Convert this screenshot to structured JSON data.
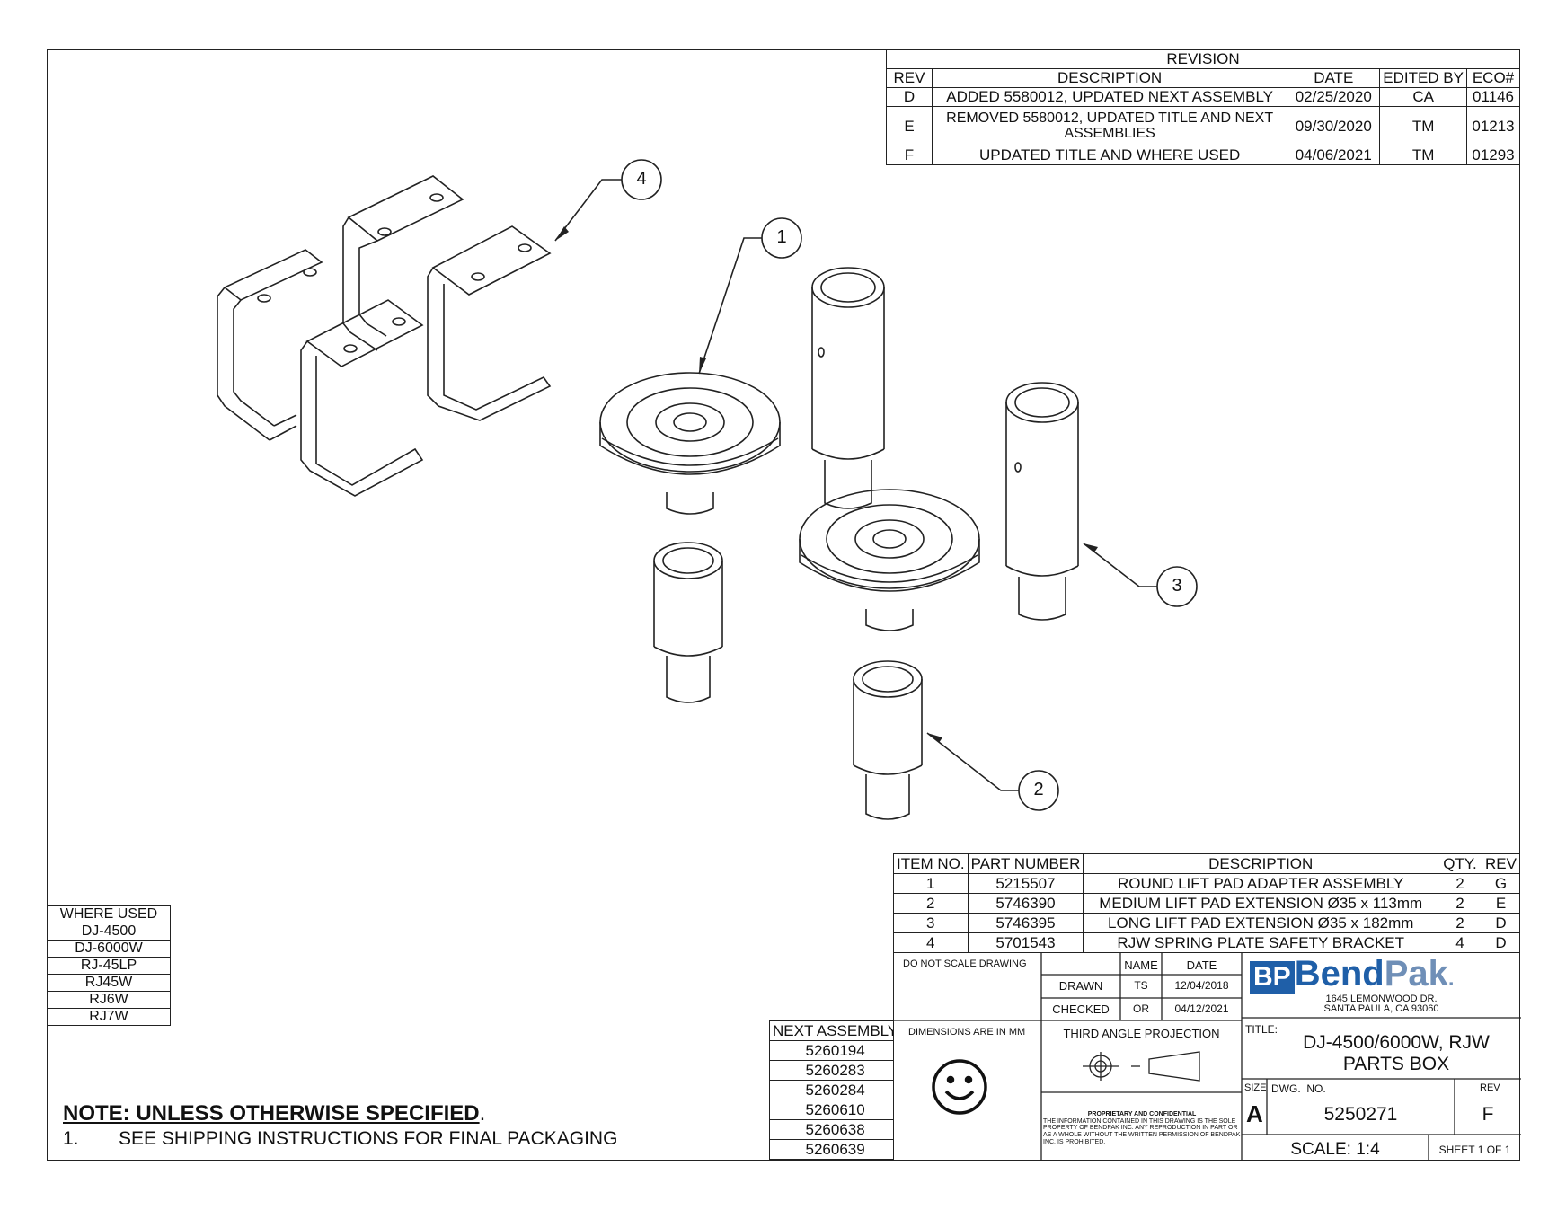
{
  "revision_table": {
    "title": "REVISION",
    "headers": [
      "REV",
      "DESCRIPTION",
      "DATE",
      "EDITED BY",
      "ECO#"
    ],
    "rows": [
      {
        "rev": "D",
        "description": "ADDED 5580012, UPDATED NEXT ASSEMBLY",
        "date": "02/25/2020",
        "edited_by": "CA",
        "eco": "01146"
      },
      {
        "rev": "E",
        "description": "REMOVED 5580012, UPDATED TITLE AND NEXT ASSEMBLIES",
        "date": "09/30/2020",
        "edited_by": "TM",
        "eco": "01213"
      },
      {
        "rev": "F",
        "description": "UPDATED TITLE AND WHERE USED",
        "date": "04/06/2021",
        "edited_by": "TM",
        "eco": "01293"
      }
    ]
  },
  "balloons": [
    "1",
    "2",
    "3",
    "4"
  ],
  "bom_table": {
    "headers": [
      "ITEM NO.",
      "PART NUMBER",
      "DESCRIPTION",
      "QTY.",
      "REV"
    ],
    "rows": [
      {
        "item": "1",
        "part": "5215507",
        "description": "ROUND LIFT PAD ADAPTER ASSEMBLY",
        "qty": "2",
        "rev": "G"
      },
      {
        "item": "2",
        "part": "5746390",
        "description": "MEDIUM LIFT PAD EXTENSION Ø35 x 113mm",
        "qty": "2",
        "rev": "E"
      },
      {
        "item": "3",
        "part": "5746395",
        "description": "LONG LIFT PAD EXTENSION Ø35 x 182mm",
        "qty": "2",
        "rev": "D"
      },
      {
        "item": "4",
        "part": "5701543",
        "description": "RJW SPRING PLATE SAFETY BRACKET",
        "qty": "4",
        "rev": "D"
      }
    ]
  },
  "where_used": {
    "title": "WHERE USED",
    "items": [
      "DJ-4500",
      "DJ-6000W",
      "RJ-45LP",
      "RJ45W",
      "RJ6W",
      "RJ7W"
    ]
  },
  "next_assembly": {
    "title": "NEXT ASSEMBLY",
    "items": [
      "5260194",
      "5260283",
      "5260284",
      "5260610",
      "5260638",
      "5260639"
    ]
  },
  "notes": {
    "title": "NOTE: UNLESS OTHERWISE SPECIFIED",
    "title_suffix": ".",
    "items": [
      {
        "num": "1.",
        "text": "SEE SHIPPING INSTRUCTIONS FOR FINAL PACKAGING"
      }
    ]
  },
  "title_block": {
    "do_not_scale": "DO NOT SCALE DRAWING",
    "col_name": "NAME",
    "col_date": "DATE",
    "drawn_label": "DRAWN",
    "drawn_name": "TS",
    "drawn_date": "12/04/2018",
    "checked_label": "CHECKED",
    "checked_name": "OR",
    "checked_date": "04/12/2021",
    "dimensions_note": "DIMENSIONS ARE IN MM",
    "projection": "THIRD ANGLE PROJECTION",
    "proprietary_title": "PROPRIETARY AND CONFIDENTIAL",
    "proprietary_text": "THE INFORMATION CONTAINED IN THIS DRAWING IS THE SOLE PROPERTY OF BENDPAK INC. ANY REPRODUCTION IN PART OR AS A WHOLE WITHOUT THE WRITTEN PERMISSION OF BENDPAK INC. IS PROHIBITED.",
    "logo_bp": "BP",
    "logo_bend": "Bend",
    "logo_pak": "Pak",
    "logo_dot": ".",
    "address_line1": "1645 LEMONWOOD DR.",
    "address_line2": "SANTA PAULA, CA 93060",
    "title_label": "TITLE:",
    "title_line1": "DJ-4500/6000W, RJW",
    "title_line2": "PARTS BOX",
    "size_label": "SIZE",
    "size_value": "A",
    "dwg_label": "DWG.  NO.",
    "dwg_value": "5250271",
    "rev_label": "REV",
    "rev_value": "F",
    "scale": "SCALE: 1:4",
    "sheet": "SHEET 1 OF 1"
  },
  "colors": {
    "logo_blue": "#1f5fa8",
    "logo_light": "#6f8fb7",
    "line": "#222222"
  }
}
